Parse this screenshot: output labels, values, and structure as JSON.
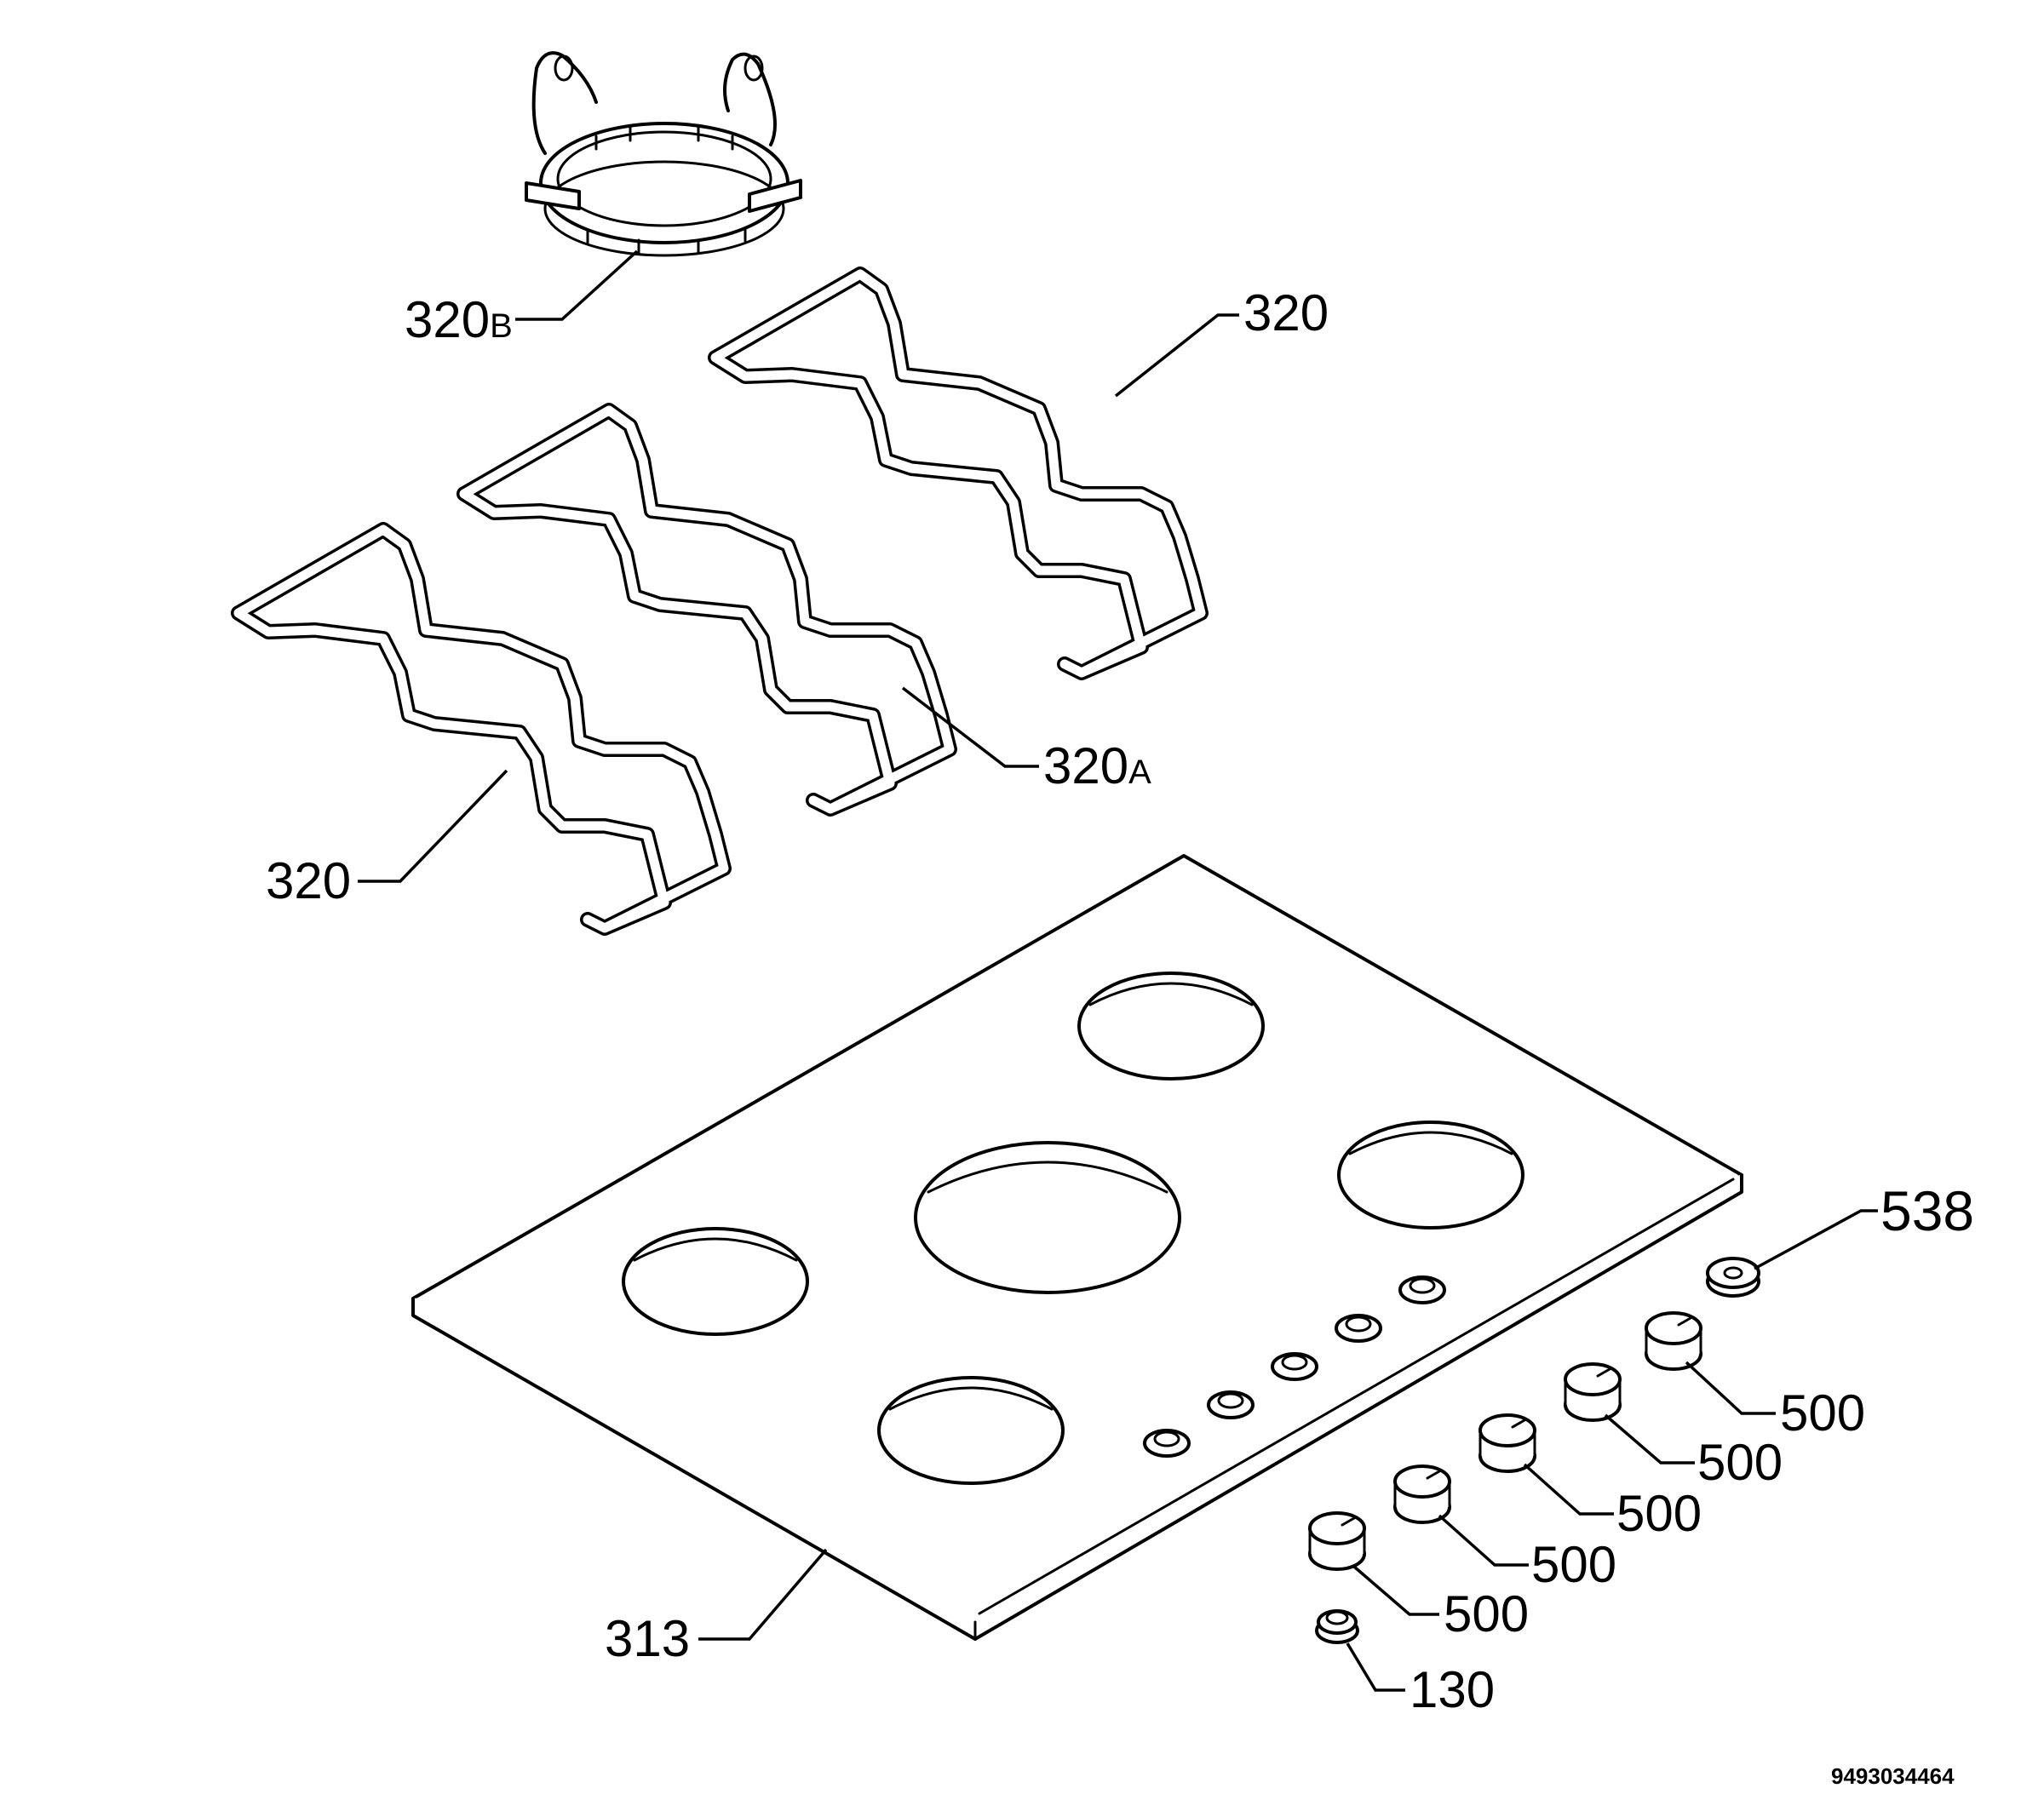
{
  "drawing_number": "9493034464",
  "callouts": {
    "wok_ring": {
      "main": "320",
      "suffix": "B"
    },
    "grid_rear_right": {
      "main": "320"
    },
    "grid_middle": {
      "main": "320",
      "suffix": "A"
    },
    "grid_front_left": {
      "main": "320"
    },
    "hob_top": {
      "main": "313"
    },
    "knob_cap": {
      "main": "538"
    },
    "knob_1": {
      "main": "500"
    },
    "knob_2": {
      "main": "500"
    },
    "knob_3": {
      "main": "500"
    },
    "knob_4": {
      "main": "500"
    },
    "knob_5": {
      "main": "500"
    },
    "spark_button": {
      "main": "130"
    }
  }
}
